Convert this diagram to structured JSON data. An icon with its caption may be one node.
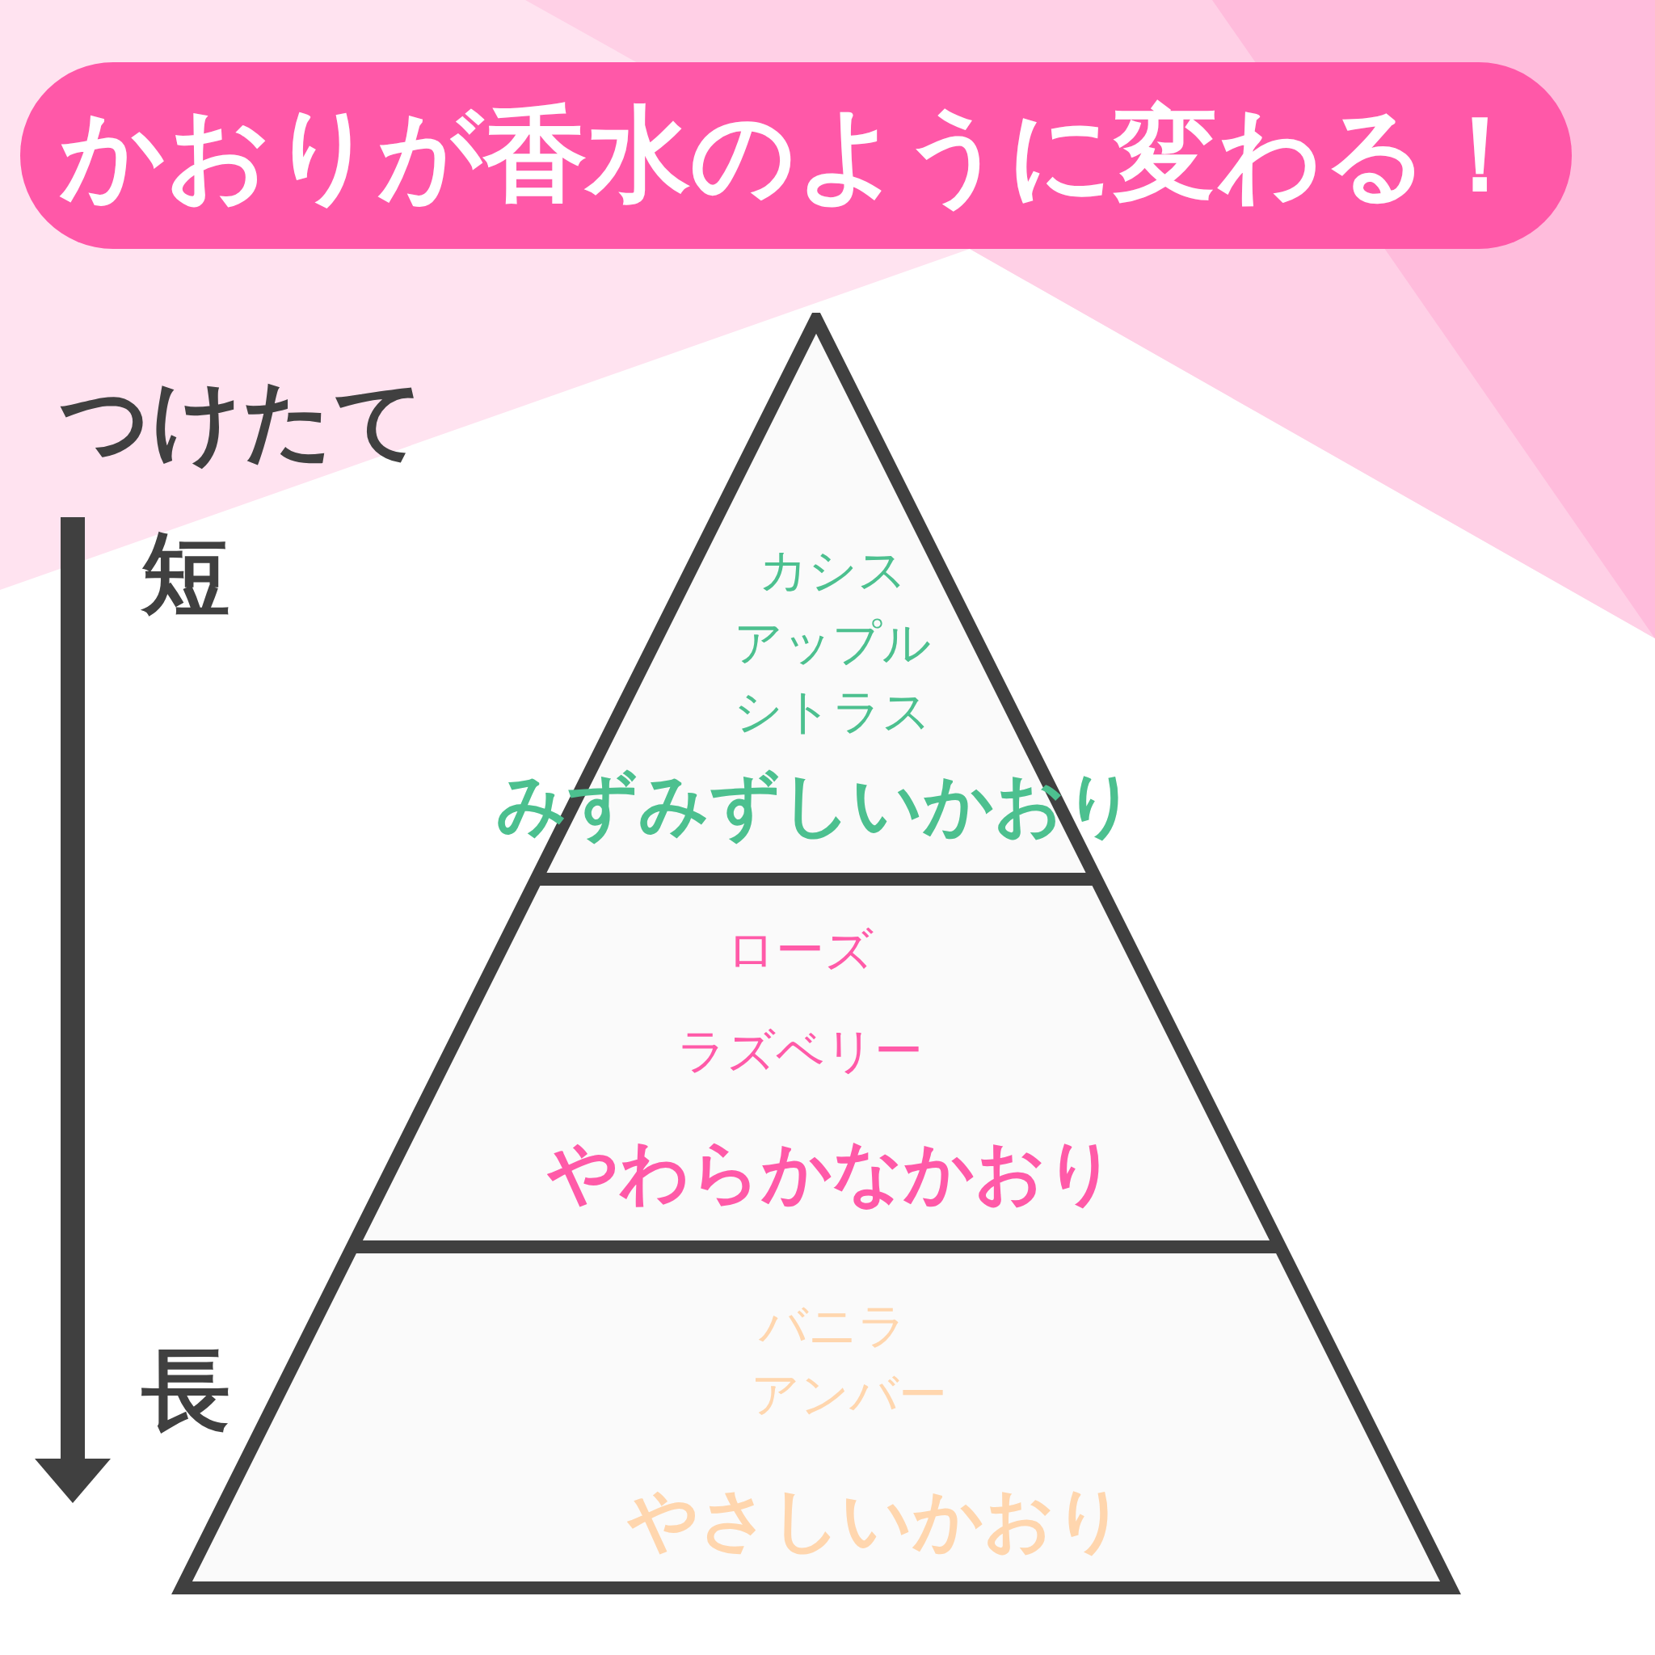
{
  "diagram": {
    "title": "かおりが香水のように変わる！",
    "nodes": [
      {
        "text": [
          "カシス",
          "アップル",
          "シトラス",
          "みずみずしいかおり"
        ]
      },
      {
        "text": [
          "ローズ",
          "ラズベリー",
          "やわらかなかおり"
        ]
      },
      {
        "text": [
          "バニラ",
          "アンバー",
          "やさしいかおり"
        ]
      }
    ],
    "labels": [
      "つけたて",
      "短",
      "長"
    ]
  }
}
